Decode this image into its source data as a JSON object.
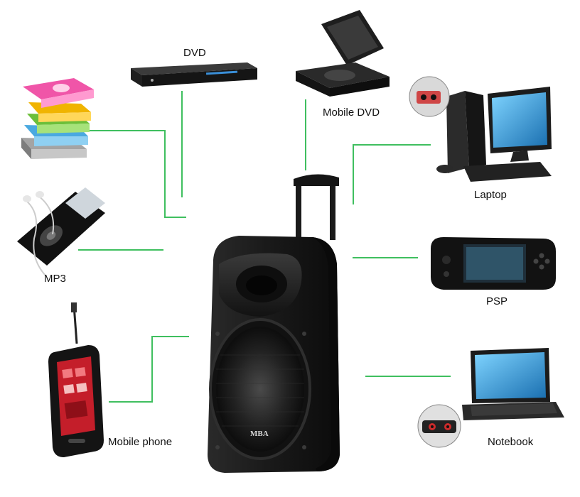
{
  "labels": {
    "dvd": "DVD",
    "mobile_dvd": "Mobile DVD",
    "laptop": "Laptop",
    "mp3": "MP3",
    "psp": "PSP",
    "mobile_phone": "Mobile phone",
    "notebook": "Notebook"
  },
  "speaker": {
    "brand": "MBA"
  },
  "colors": {
    "connector": "#3fbf5f",
    "device_dark": "#1c1c1c",
    "background": "#ffffff"
  }
}
